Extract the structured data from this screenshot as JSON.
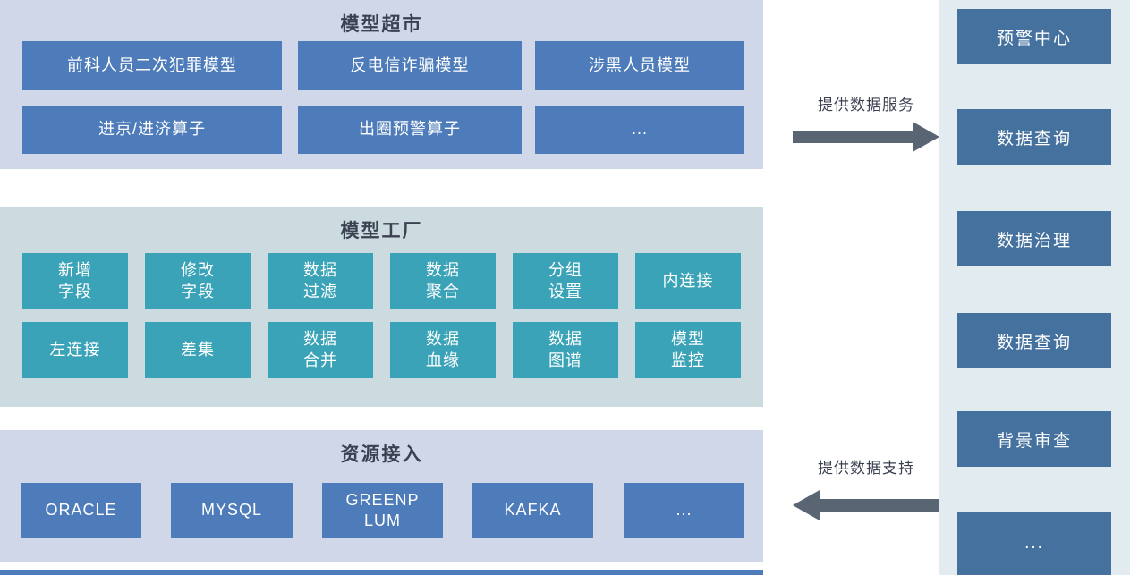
{
  "sections": {
    "model_market": {
      "title": "模型超市",
      "rows": [
        [
          "前科人员二次犯罪模型",
          "反电信诈骗模型",
          "涉黑人员模型"
        ],
        [
          "进京/进济算子",
          "出圈预警算子",
          "..."
        ]
      ]
    },
    "model_factory": {
      "title": "模型工厂",
      "rows": [
        [
          "新增\n字段",
          "修改\n字段",
          "数据\n过滤",
          "数据\n聚合",
          "分组\n设置",
          "内连接"
        ],
        [
          "左连接",
          "差集",
          "数据\n合并",
          "数据\n血缘",
          "数据\n图谱",
          "模型\n监控"
        ]
      ]
    },
    "resource_access": {
      "title": "资源接入",
      "items": [
        "ORACLE",
        "MYSQL",
        "GREENP\nLUM",
        "KAFKA",
        "..."
      ]
    }
  },
  "flows": {
    "top_label": "提供数据服务",
    "bottom_label": "提供数据支持"
  },
  "right_panel": {
    "items": [
      "预警中心",
      "数据查询",
      "数据治理",
      "数据查询",
      "背景审查",
      "..."
    ]
  },
  "colors": {
    "section_blue_bg": "#cfd7e9",
    "section_teal_bg": "#ccdbdf",
    "button_blue": "#4e7cba",
    "button_teal": "#3aa3b7",
    "panel_bg": "#e2ecf0",
    "panel_box_blue": "#44719e",
    "arrow_gray": "#5a6573",
    "title_text": "#3a4150"
  }
}
